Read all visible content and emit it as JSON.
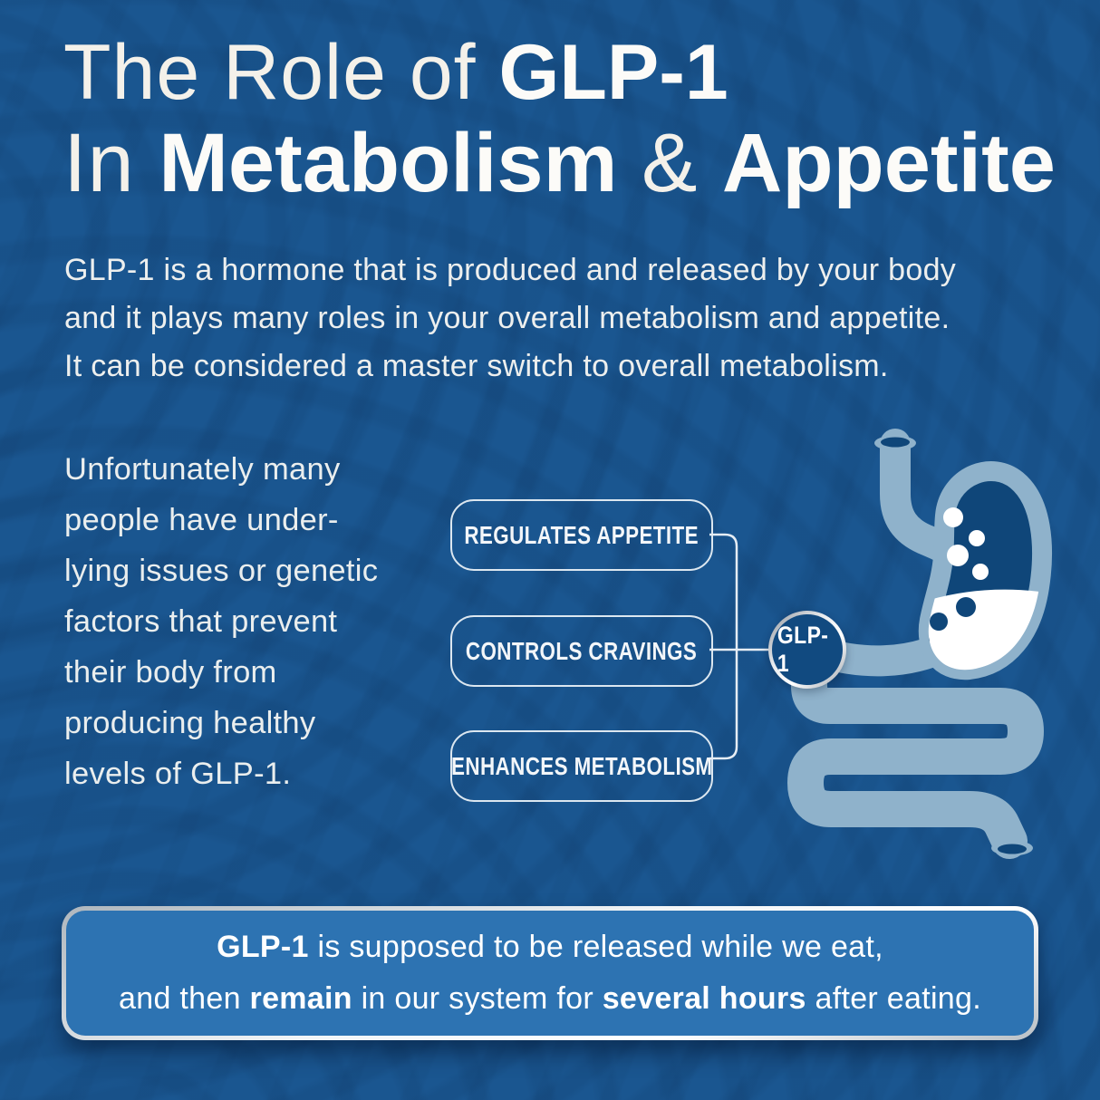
{
  "title": {
    "line1_light": "The Role of ",
    "line1_bold": "GLP-1",
    "line2_light": "In ",
    "line2_bold1": "Metabolism",
    "line2_amp": " & ",
    "line2_bold2": "Appetite"
  },
  "intro": "GLP-1 is a hormone that is produced and released by your body\nand it plays many roles in your overall metabolism and appetite.\nIt can be considered a master switch to overall metabolism.",
  "side_note": "Unfortunately many\npeople have under-\nlying issues or genetic\nfactors that prevent\ntheir body from\nproducing healthy\nlevels of GLP-1.",
  "diagram": {
    "labels": [
      "REGULATES APPETITE",
      "CONTROLS CRAVINGS",
      "ENHANCES METABOLISM"
    ],
    "hub_label": "GLP-1"
  },
  "callout": {
    "line1_bold": "GLP-1",
    "line1_rest": " is supposed to be released while we eat,",
    "line2_pre": "and then ",
    "line2_bold1": "remain",
    "line2_mid": " in our system for ",
    "line2_bold2": "several hours",
    "line2_post": " after eating."
  },
  "colors": {
    "background": "#1a5690",
    "organ_light": "#8fb2cb",
    "organ_dark": "#0f4679",
    "callout_fill": "#2d73b2",
    "text_white": "#f4f1ea",
    "silver": "#d9dde1",
    "hub_fill": "#114a80"
  }
}
